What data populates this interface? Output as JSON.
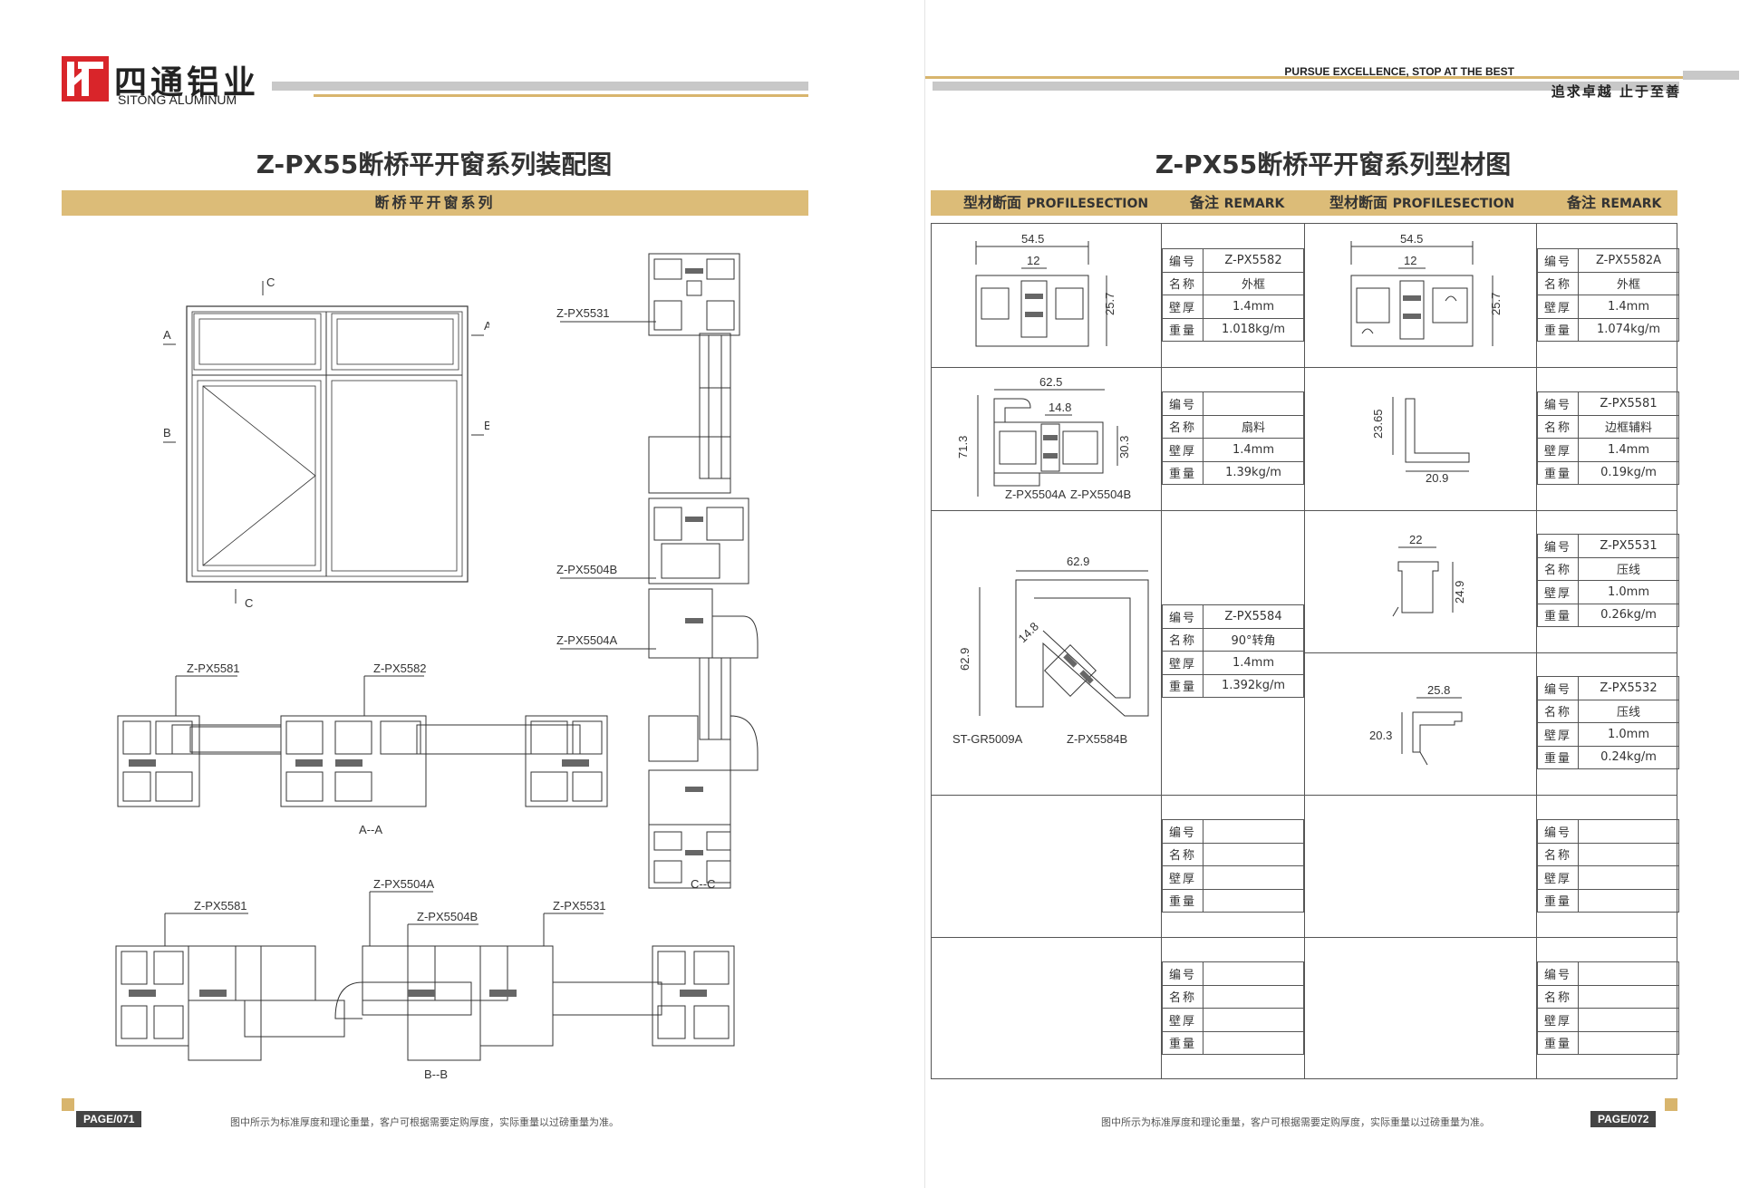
{
  "brand": {
    "name_cn": "四通铝业",
    "name_en": "SITONG ALUMINUM",
    "slogan_en": "PURSUE EXCELLENCE, STOP AT THE BEST",
    "slogan_cn": "追求卓越  止于至善"
  },
  "colors": {
    "gold": "#dcbc78",
    "logo_red": "#d9252a",
    "grey_bar": "#c8c8c8"
  },
  "left_page": {
    "title": "Z-PX55断桥平开窗系列装配图",
    "band": "断桥平开窗系列",
    "elevation_labels": {
      "a": "A",
      "b": "B",
      "c": "C"
    },
    "section_labels": {
      "aa": "A--A",
      "bb": "B--B",
      "cc": "C--C",
      "p5531": "Z-PX5531",
      "p5504b": "Z-PX5504B",
      "p5504a": "Z-PX5504A",
      "p5581": "Z-PX5581",
      "p5582": "Z-PX5582"
    },
    "footnote": "图中所示为标准厚度和理论重量，客户可根据需要定购厚度，实际重量以过磅重量为准。",
    "page": "PAGE/071"
  },
  "right_page": {
    "title": "Z-PX55断桥平开窗系列型材图",
    "header": {
      "section_cn": "型材断面",
      "section_en": "PROFILESECTION",
      "remark_cn": "备注",
      "remark_en": "REMARK"
    },
    "field_labels": {
      "code": "编号",
      "name": "名称",
      "thickness": "壁厚",
      "weight": "重量"
    },
    "profiles": [
      {
        "code": "Z-PX5582",
        "name": "外框",
        "thickness": "1.4mm",
        "weight": "1.018kg/m",
        "dims": [
          "54.5",
          "12",
          "25.7"
        ]
      },
      {
        "code": "Z-PX5582A",
        "name": "外框",
        "thickness": "1.4mm",
        "weight": "1.074kg/m",
        "dims": [
          "54.5",
          "12",
          "25.7"
        ]
      },
      {
        "code": "",
        "name": "扇料",
        "thickness": "1.4mm",
        "weight": "1.39kg/m",
        "dims": [
          "62.5",
          "14.8",
          "71.3",
          "30.3"
        ],
        "labels": [
          "Z-PX5504A",
          "Z-PX5504B"
        ]
      },
      {
        "code": "Z-PX5581",
        "name": "边框辅料",
        "thickness": "1.4mm",
        "weight": "0.19kg/m",
        "dims": [
          "23.65",
          "20.9"
        ]
      },
      {
        "code": "Z-PX5584",
        "name": "90°转角",
        "thickness": "1.4mm",
        "weight": "1.392kg/m",
        "dims": [
          "62.9",
          "14.8",
          "62.9"
        ],
        "labels": [
          "ST-GR5009A",
          "Z-PX5584B"
        ]
      },
      {
        "code": "Z-PX5531",
        "name": "压线",
        "thickness": "1.0mm",
        "weight": "0.26kg/m",
        "dims": [
          "22",
          "24.9"
        ]
      },
      {
        "code": "Z-PX5532",
        "name": "压线",
        "thickness": "1.0mm",
        "weight": "0.24kg/m",
        "dims": [
          "25.8",
          "20.3"
        ]
      }
    ],
    "footnote": "图中所示为标准厚度和理论重量，客户可根据需要定购厚度，实际重量以过磅重量为准。",
    "page": "PAGE/072"
  }
}
